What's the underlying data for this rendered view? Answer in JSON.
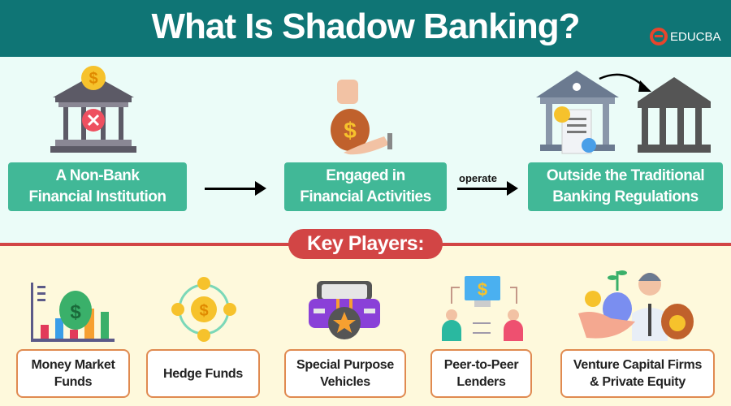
{
  "header": {
    "title": "What Is Shadow Banking?",
    "logo": "EDUCBA"
  },
  "flow": [
    {
      "label_line1": "A Non-Bank",
      "label_line2": "Financial Institution",
      "icon": "bank-blocked-icon"
    },
    {
      "label_line1": "Engaged in",
      "label_line2": "Financial Activities",
      "icon": "money-bag-hand-icon"
    },
    {
      "label_line1": "Outside the Traditional",
      "label_line2": "Banking Regulations",
      "icon": "bank-transfer-icon"
    }
  ],
  "connector_label": "operate",
  "key_players": {
    "title": "Key Players:",
    "items": [
      {
        "line1": "Money Market",
        "line2": "Funds",
        "icon": "money-chart-icon"
      },
      {
        "line1": "Hedge Funds",
        "line2": "",
        "icon": "coins-circle-icon"
      },
      {
        "line1": "Special Purpose",
        "line2": "Vehicles",
        "icon": "car-icon"
      },
      {
        "line1": "Peer-to-Peer",
        "line2": "Lenders",
        "icon": "p2p-icon"
      },
      {
        "line1": "Venture Capital Firms",
        "line2": "& Private Equity",
        "icon": "investor-icon"
      }
    ]
  },
  "colors": {
    "header": "#0f7575",
    "green": "#41b897",
    "red": "#d24545",
    "card_border": "#e08a50"
  }
}
